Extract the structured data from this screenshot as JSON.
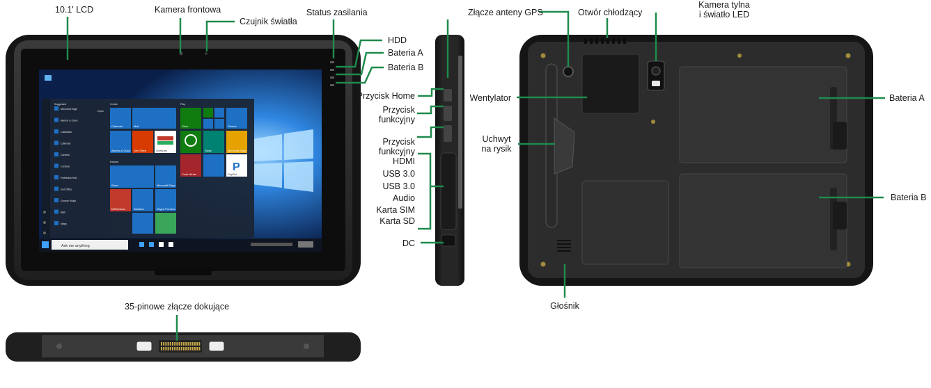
{
  "colors": {
    "leader": "#1f8a4c",
    "body": "#2b2b2b",
    "bumper": "#161616",
    "screen_bg": "#0a1f4a",
    "windows_blue": "#1060b8"
  },
  "labels": {
    "lcd": "10.1' LCD",
    "front_camera": "Kamera frontowa",
    "light_sensor": "Czujnik światła",
    "power_status": "Status zasilania",
    "hdd": "HDD",
    "battery_a_led": "Bateria A",
    "battery_b_led": "Bateria B",
    "home_button": "Przycisk Home",
    "fn_button_1": "Przycisk\nfunkcyjny",
    "fn_button_2": "Przycisk\nfunkcyjny",
    "ports": [
      "HDMI",
      "USB 3.0",
      "USB 3.0",
      "Audio",
      "Karta SIM",
      "Karta SD"
    ],
    "dc": "DC",
    "gps": "Złącze anteny GPS",
    "cooling": "Otwór chłodzący",
    "rear_camera": "Kamera tylna\ni światło LED",
    "fan": "Wentylator",
    "stylus_holder": "Uchwyt\nna rysik",
    "battery_a": "Bateria A",
    "battery_b": "Bateria B",
    "speaker": "Głośnik",
    "dock": "35-pinowe złącze dokujące"
  },
  "screen": {
    "suggested": "Suggested",
    "open": "Open",
    "create": "Create",
    "play": "Play",
    "explore": "Explore",
    "search_placeholder": "Ask me anything",
    "menu_items": [
      "Microsoft Edge",
      "Alarms & Clock",
      "Calculator",
      "Calendar",
      "Camera",
      "Cortana",
      "Feedback Hub",
      "Get Office",
      "Groove Music",
      "Mail",
      "Maps"
    ],
    "tiles_create": [
      "Calendar",
      "Mail",
      "Alarms & Clock",
      "Get Office",
      "OneNote"
    ],
    "tiles_play": [
      "Xbox",
      "Photos",
      "Sway",
      "Microsoft Edge",
      "Code Writer",
      "PayPal"
    ],
    "tiles_explore": [
      "Store",
      "Microsoft Edge",
      "MSN News",
      "Weather",
      "Skype Preview"
    ]
  }
}
